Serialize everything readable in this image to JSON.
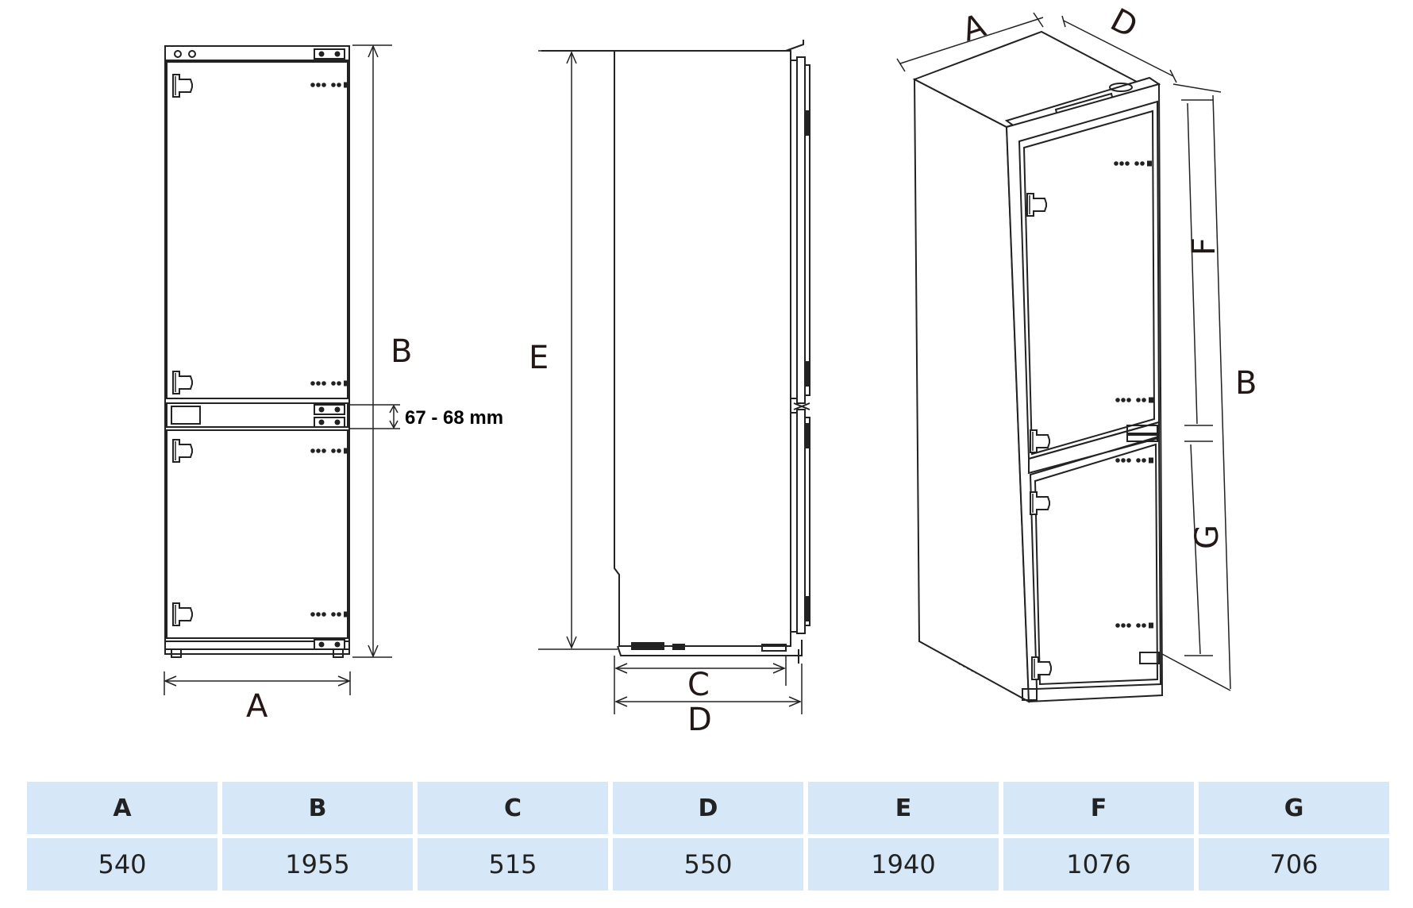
{
  "labels": {
    "front_width": "A",
    "front_height": "B",
    "gap": "67 - 68 mm",
    "side_height": "E",
    "side_depth_c": "C",
    "side_depth_d": "D",
    "iso_width": "A",
    "iso_depth": "D",
    "iso_height": "B",
    "iso_fridge": "F",
    "iso_freezer": "G"
  },
  "table": {
    "headers": [
      "A",
      "B",
      "C",
      "D",
      "E",
      "F",
      "G"
    ],
    "values": [
      "540",
      "1955",
      "515",
      "550",
      "1940",
      "1076",
      "706"
    ]
  }
}
